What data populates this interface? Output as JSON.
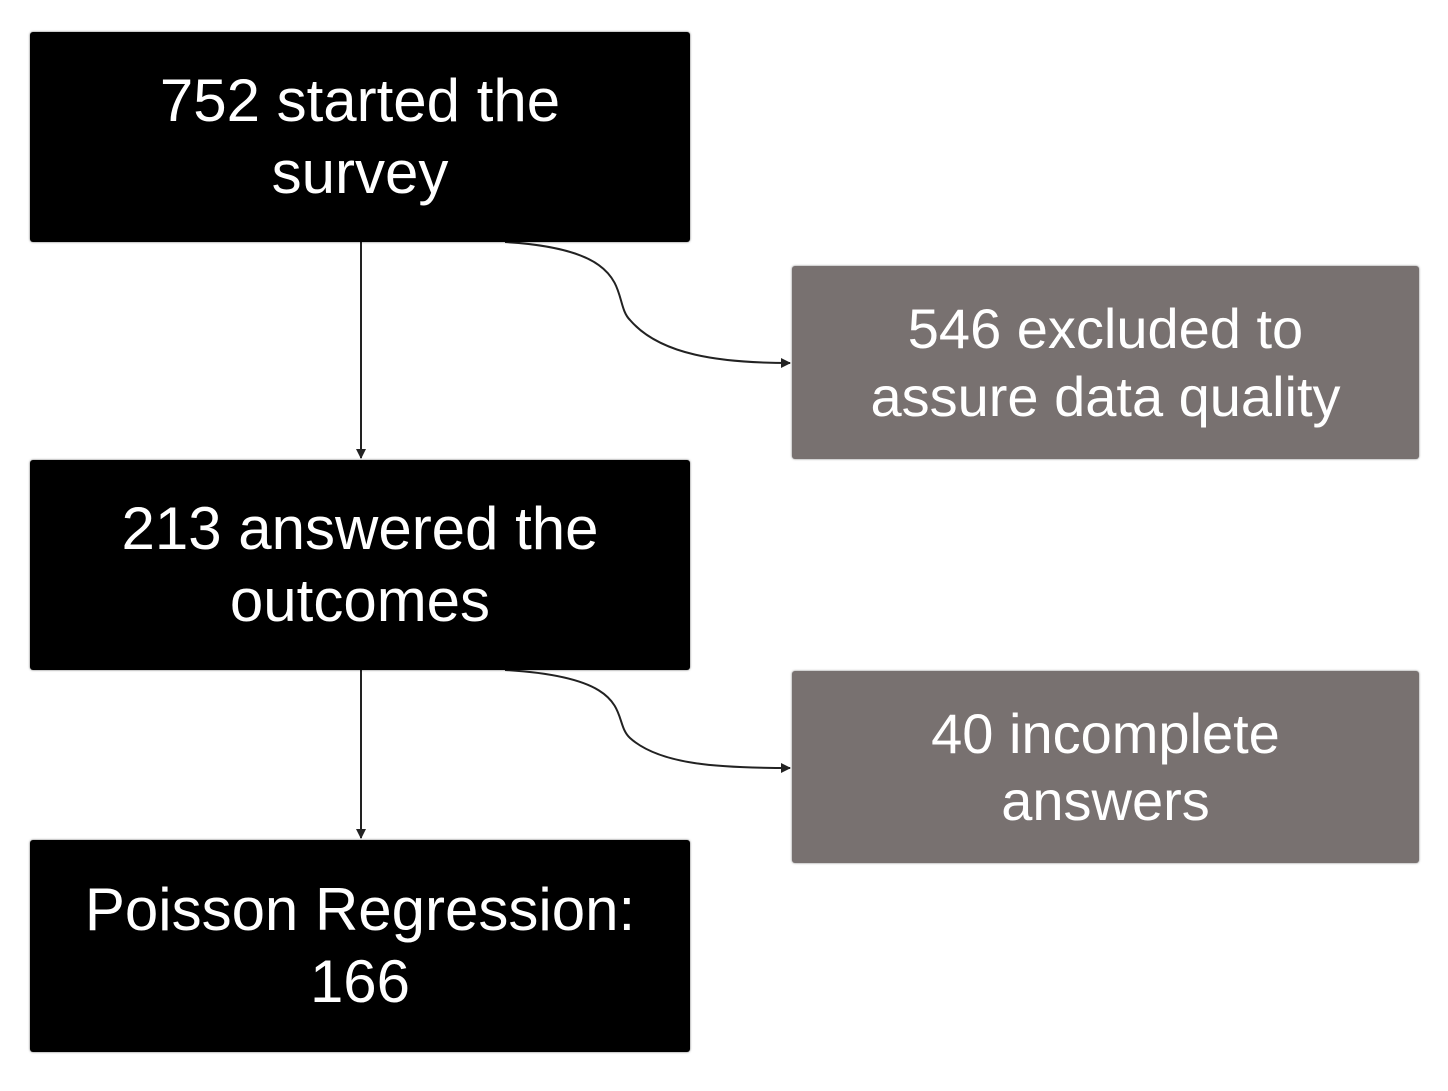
{
  "diagram": {
    "nodes": {
      "start": {
        "label": "752 started the\nsurvey"
      },
      "excluded": {
        "label": "546 excluded to\nassure data quality"
      },
      "answered": {
        "label": "213 answered the\noutcomes"
      },
      "incomplete": {
        "label": "40 incomplete\nanswers"
      },
      "poisson": {
        "label": "Poisson Regression:\n166"
      }
    },
    "edges": [
      {
        "from": "start",
        "to": "answered",
        "style": "straight-arrow"
      },
      {
        "from": "start",
        "to": "excluded",
        "style": "curved-arrow"
      },
      {
        "from": "answered",
        "to": "poisson",
        "style": "straight-arrow"
      },
      {
        "from": "answered",
        "to": "incomplete",
        "style": "curved-arrow"
      }
    ],
    "colors": {
      "main_box": "#000000",
      "side_box": "#787170",
      "box_text": "#ffffff",
      "connector": "#222222"
    }
  }
}
